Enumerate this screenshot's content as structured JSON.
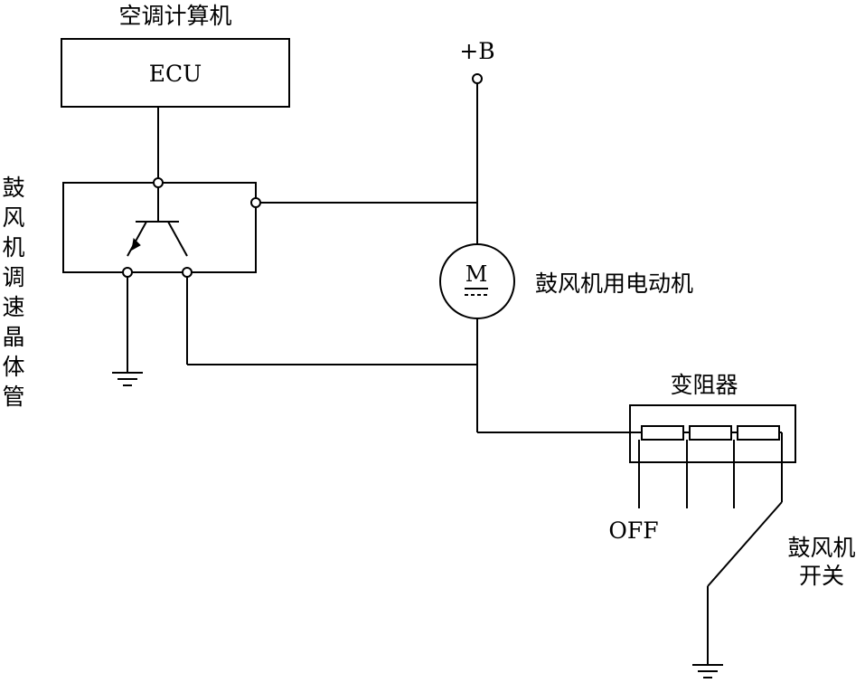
{
  "diagram": {
    "labels": {
      "computer": "空调计算机",
      "ecu": "ECU",
      "power": "+B",
      "motor_symbol": "M",
      "motor": "鼓风机用电动机",
      "transistor": "鼓风机调速晶体管",
      "resistor": "变阻器",
      "off": "OFF",
      "switch_line1": "鼓风机",
      "switch_line2": "开关"
    }
  }
}
